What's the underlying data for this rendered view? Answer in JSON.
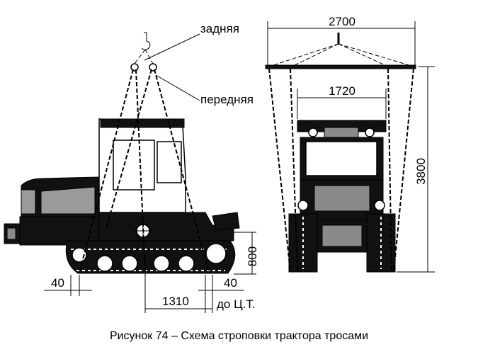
{
  "labels": {
    "rear": "задняя",
    "front": "передняя",
    "dim_2700": "2700",
    "dim_1720": "1720",
    "dim_3800": "3800",
    "dim_800": "800",
    "dim_40_left": "40",
    "dim_40_right": "40",
    "dim_1310": "1310",
    "to_cg": "до Ц.Т."
  },
  "caption": "Рисунок 74 – Схема строповки трактора тросами"
}
